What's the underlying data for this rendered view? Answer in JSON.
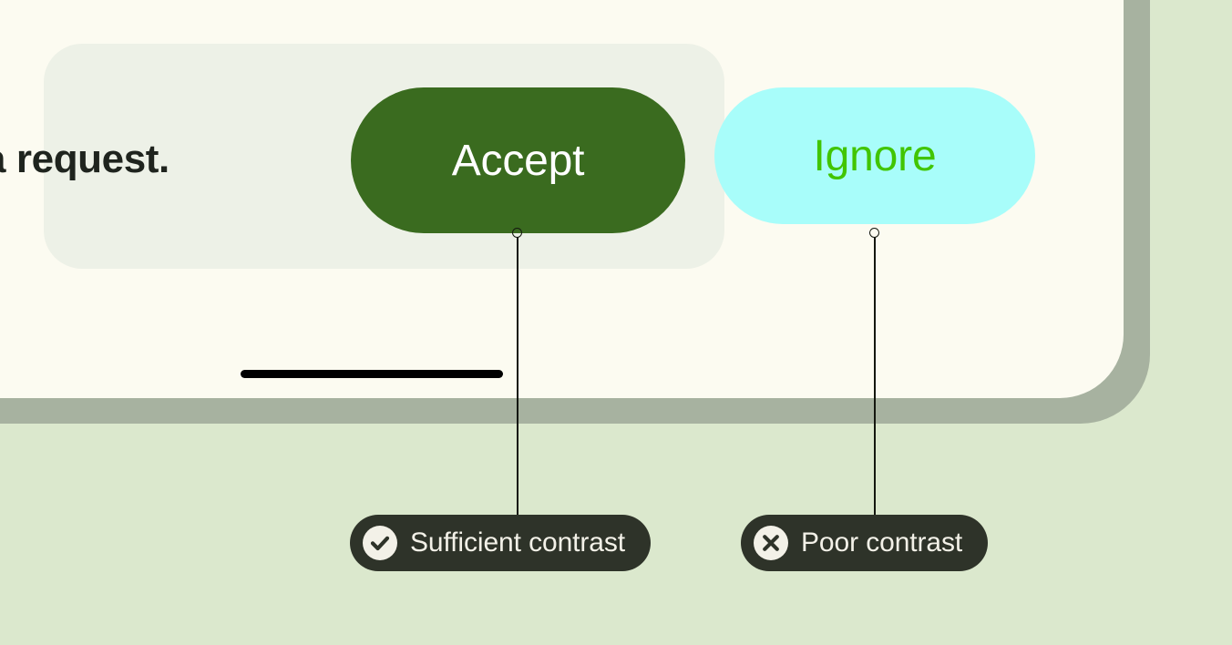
{
  "page": {
    "background_color": "#dbe8cd",
    "card_color": "#fcfbf1",
    "card_shadow_color": "#a7b2a0",
    "panel_color": "#edf1e7"
  },
  "content": {
    "fragment_text": "a request."
  },
  "buttons": [
    {
      "id": "accept",
      "label": "Accept",
      "background_color": "#3a6b1f",
      "text_color": "#ffffff"
    },
    {
      "id": "ignore",
      "label": "Ignore",
      "background_color": "#a8fdfa",
      "text_color": "#41c500"
    }
  ],
  "annotations": [
    {
      "id": "sufficient",
      "label": "Sufficient contrast",
      "icon": "check-circle-icon",
      "badge_color": "#2e3329",
      "text_color": "#f3f1e8"
    },
    {
      "id": "poor",
      "label": "Poor contrast",
      "icon": "x-circle-icon",
      "badge_color": "#2e3329",
      "text_color": "#f3f1e8"
    }
  ]
}
